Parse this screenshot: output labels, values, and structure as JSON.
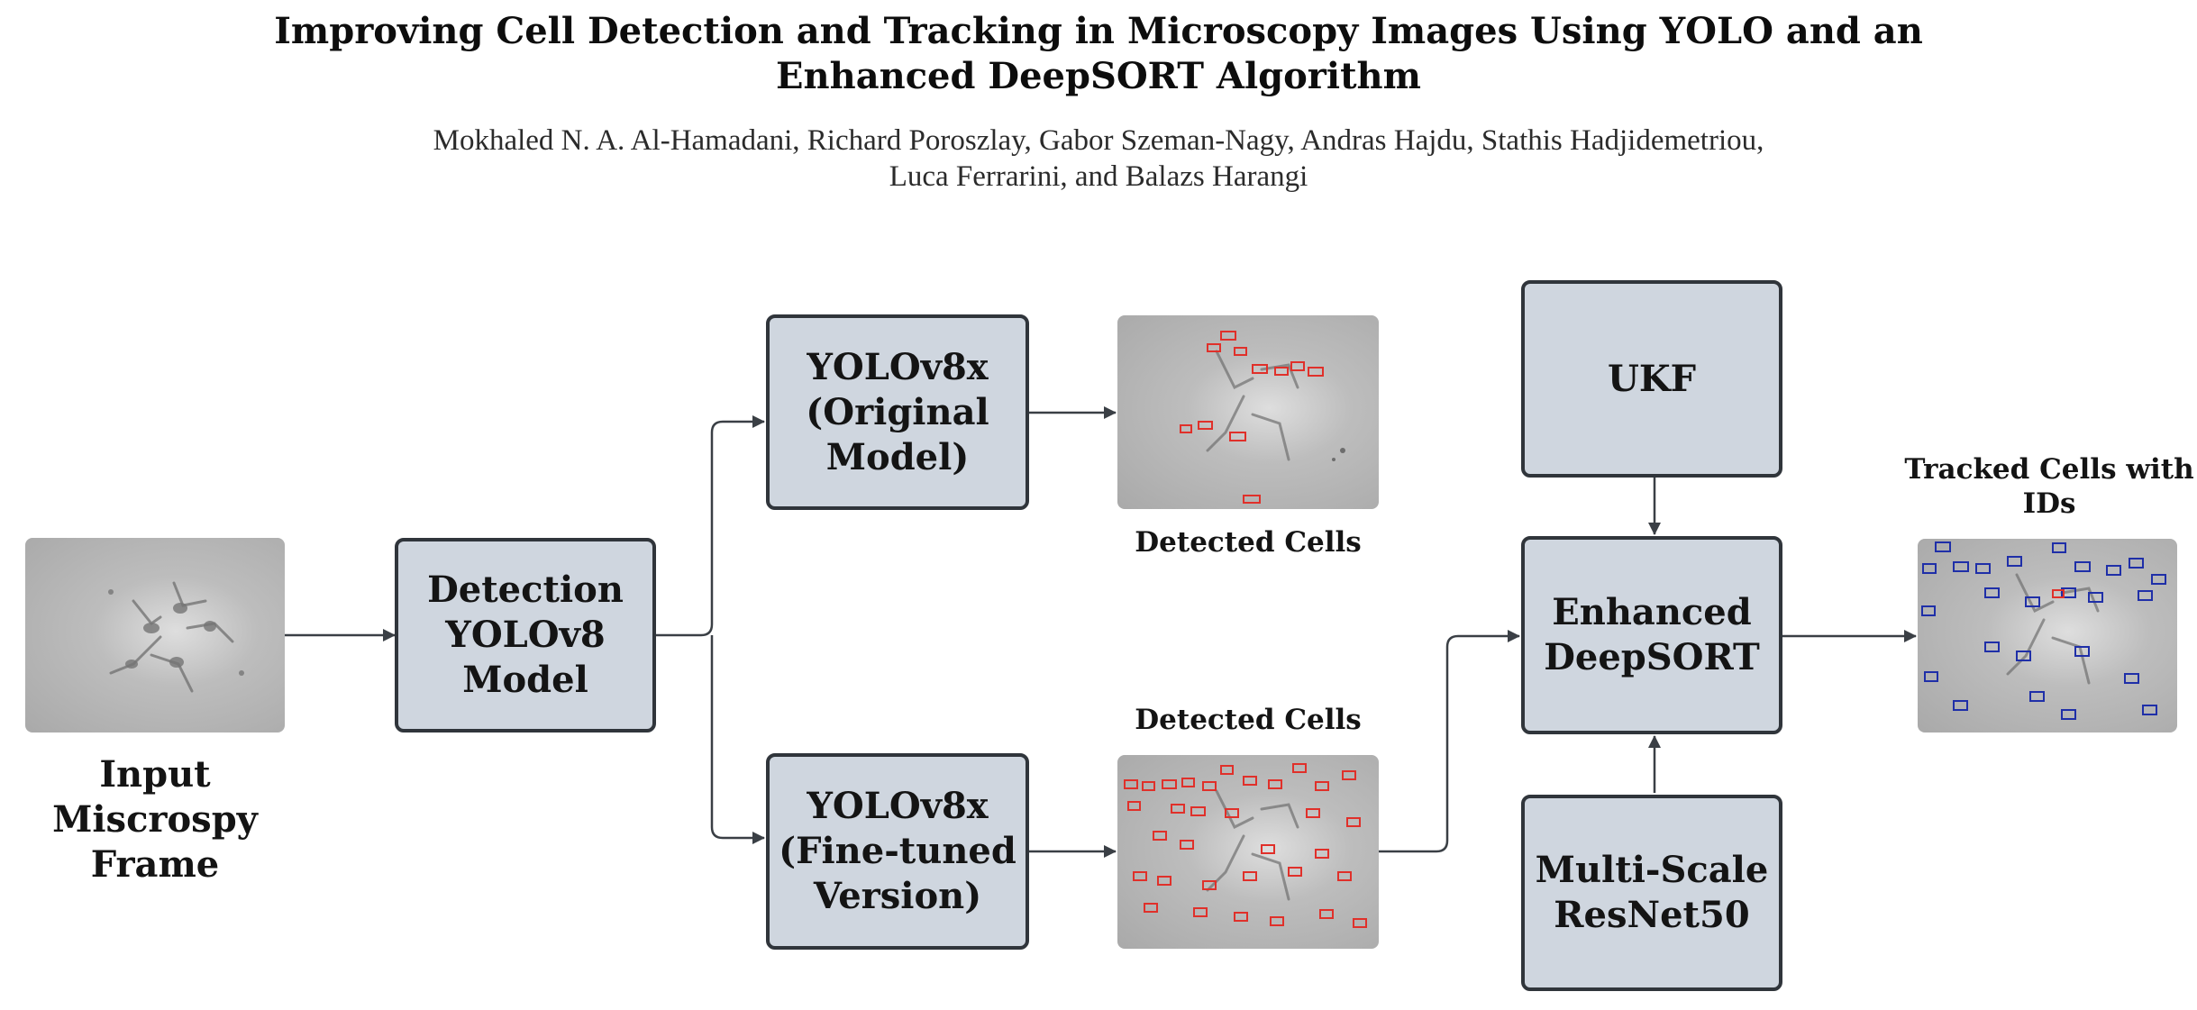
{
  "header": {
    "title_line1": "Improving Cell Detection and Tracking in Microscopy Images Using YOLO and an",
    "title_line2": "Enhanced DeepSORT Algorithm",
    "authors_line1": "Mokhaled N. A. Al-Hamadani, Richard Poroszlay, Gabor Szeman-Nagy, Andras Hajdu, Stathis Hadjidemetriou,",
    "authors_line2": "Luca Ferrarini, and Balazs Harangi"
  },
  "nodes": {
    "detection": {
      "line1": "Detection",
      "line2": "YOLOv8",
      "line3": "Model"
    },
    "yolo_original": {
      "line1": "YOLOv8x",
      "line2": "(Original",
      "line3": "Model)"
    },
    "yolo_finetuned": {
      "line1": "YOLOv8x",
      "line2": "(Fine-tuned",
      "line3": "Version)"
    },
    "ukf": {
      "label": "UKF"
    },
    "deepsort": {
      "line1": "Enhanced",
      "line2": "DeepSORT"
    },
    "resnet": {
      "line1": "Multi-Scale",
      "line2": "ResNet50"
    }
  },
  "labels": {
    "input_line1": "Input Miscrospy",
    "input_line2": "Frame",
    "detected_top": "Detected Cells",
    "detected_bottom": "Detected Cells",
    "tracked_line1": "Tracked Cells with",
    "tracked_line2": "IDs"
  },
  "colors": {
    "box_fill": "#cfd6df",
    "box_border": "#30353b",
    "arrow": "#3a3f45",
    "detection_box": "#e0302a",
    "tracking_box": "#1f2fa8"
  }
}
